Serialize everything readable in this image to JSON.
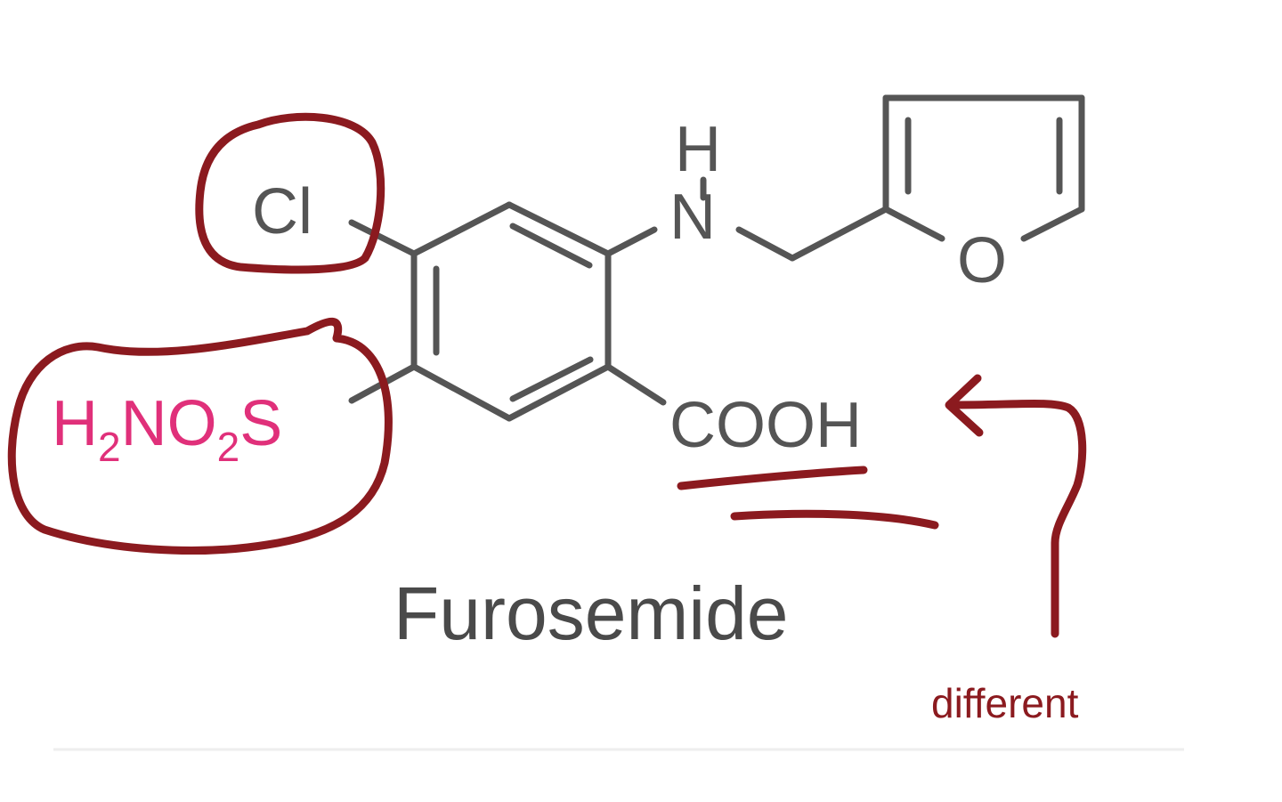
{
  "molecule": {
    "name": "Furosemide",
    "atoms": {
      "chlorine": "Cl",
      "amine_h": "H",
      "amine_n": "N",
      "furan_o": "O",
      "carboxyl": "COOH"
    },
    "sulfonamide": {
      "h": "H",
      "h_count": "2",
      "n": "N",
      "o": "O",
      "o_count": "2",
      "s": "S"
    }
  },
  "annotations": {
    "note": "different"
  },
  "colors": {
    "ink": "#8b1a1f",
    "highlight": "#e0307a",
    "structure": "#555555"
  }
}
